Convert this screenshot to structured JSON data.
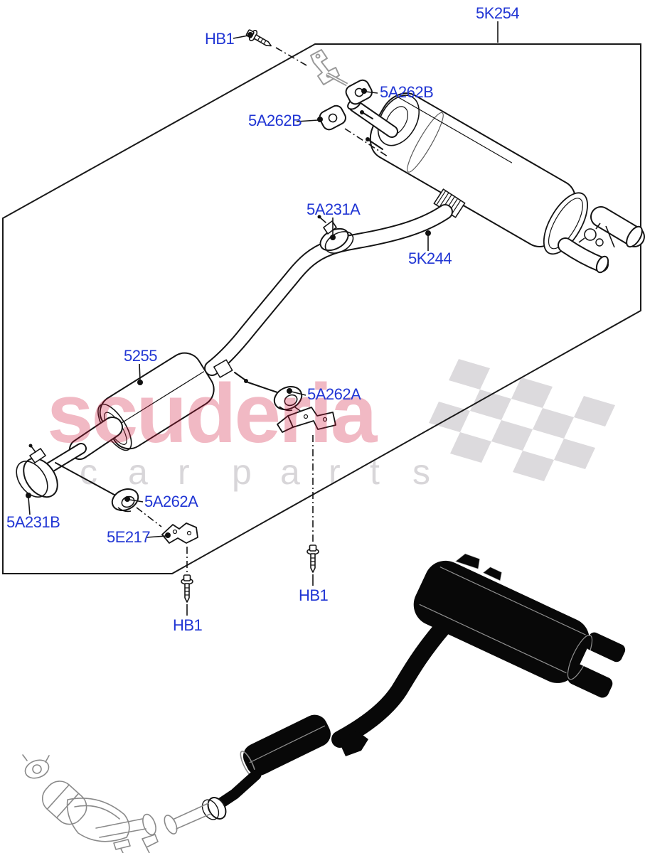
{
  "diagram": {
    "type": "exploded-parts-diagram",
    "subject": "Exhaust system centre and rear silencer",
    "callout_color": "#2136d4",
    "line_color": "#141414",
    "callouts": [
      {
        "id": "hb1-top",
        "text": "HB1"
      },
      {
        "id": "5k254",
        "text": "5K254"
      },
      {
        "id": "5a262b-right",
        "text": "5A262B"
      },
      {
        "id": "5a262b-left",
        "text": "5A262B"
      },
      {
        "id": "5a231a",
        "text": "5A231A"
      },
      {
        "id": "5k244",
        "text": "5K244"
      },
      {
        "id": "5255",
        "text": "5255"
      },
      {
        "id": "5a262a-right",
        "text": "5A262A"
      },
      {
        "id": "5a262a-left",
        "text": "5A262A"
      },
      {
        "id": "5a231b",
        "text": "5A231B"
      },
      {
        "id": "5e217",
        "text": "5E217"
      },
      {
        "id": "hb1-bottom-left",
        "text": "HB1"
      },
      {
        "id": "hb1-bottom-middle",
        "text": "HB1"
      }
    ]
  },
  "watermark": {
    "brand": "scuderia",
    "brand_color": "#d0173a",
    "letters": [
      "c",
      "a",
      "r",
      "p",
      "a",
      "r",
      "t",
      "s"
    ],
    "letters_color": "#d8d6d9",
    "checker_color": "#dcdadd"
  }
}
